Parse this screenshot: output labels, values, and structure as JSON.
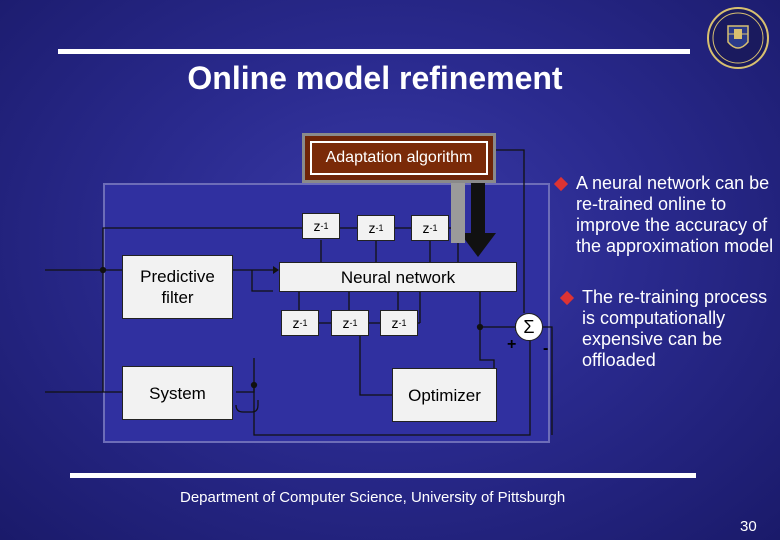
{
  "slide": {
    "title": "Online model refinement",
    "footer": "Department of Computer Science, University of Pittsburgh",
    "page_number": "30"
  },
  "diagram": {
    "adaptation_label": "Adaptation algorithm",
    "predictive_filter_label": "Predictive filter",
    "neural_network_label": "Neural network",
    "system_label": "System",
    "optimizer_label": "Optimizer",
    "delay_label": "z",
    "delay_exponent": "-1",
    "sum_symbol": "Σ",
    "plus_sign": "+",
    "minus_sign": "-"
  },
  "bullets": [
    "A neural network can be re-trained online to improve the accuracy of the approximation model",
    "The re-training process is computationally expensive can be offloaded"
  ],
  "colors": {
    "background": "#2a2a8e",
    "adaptation_box": "#7a2a08",
    "bullet_marker": "#dd3333"
  }
}
